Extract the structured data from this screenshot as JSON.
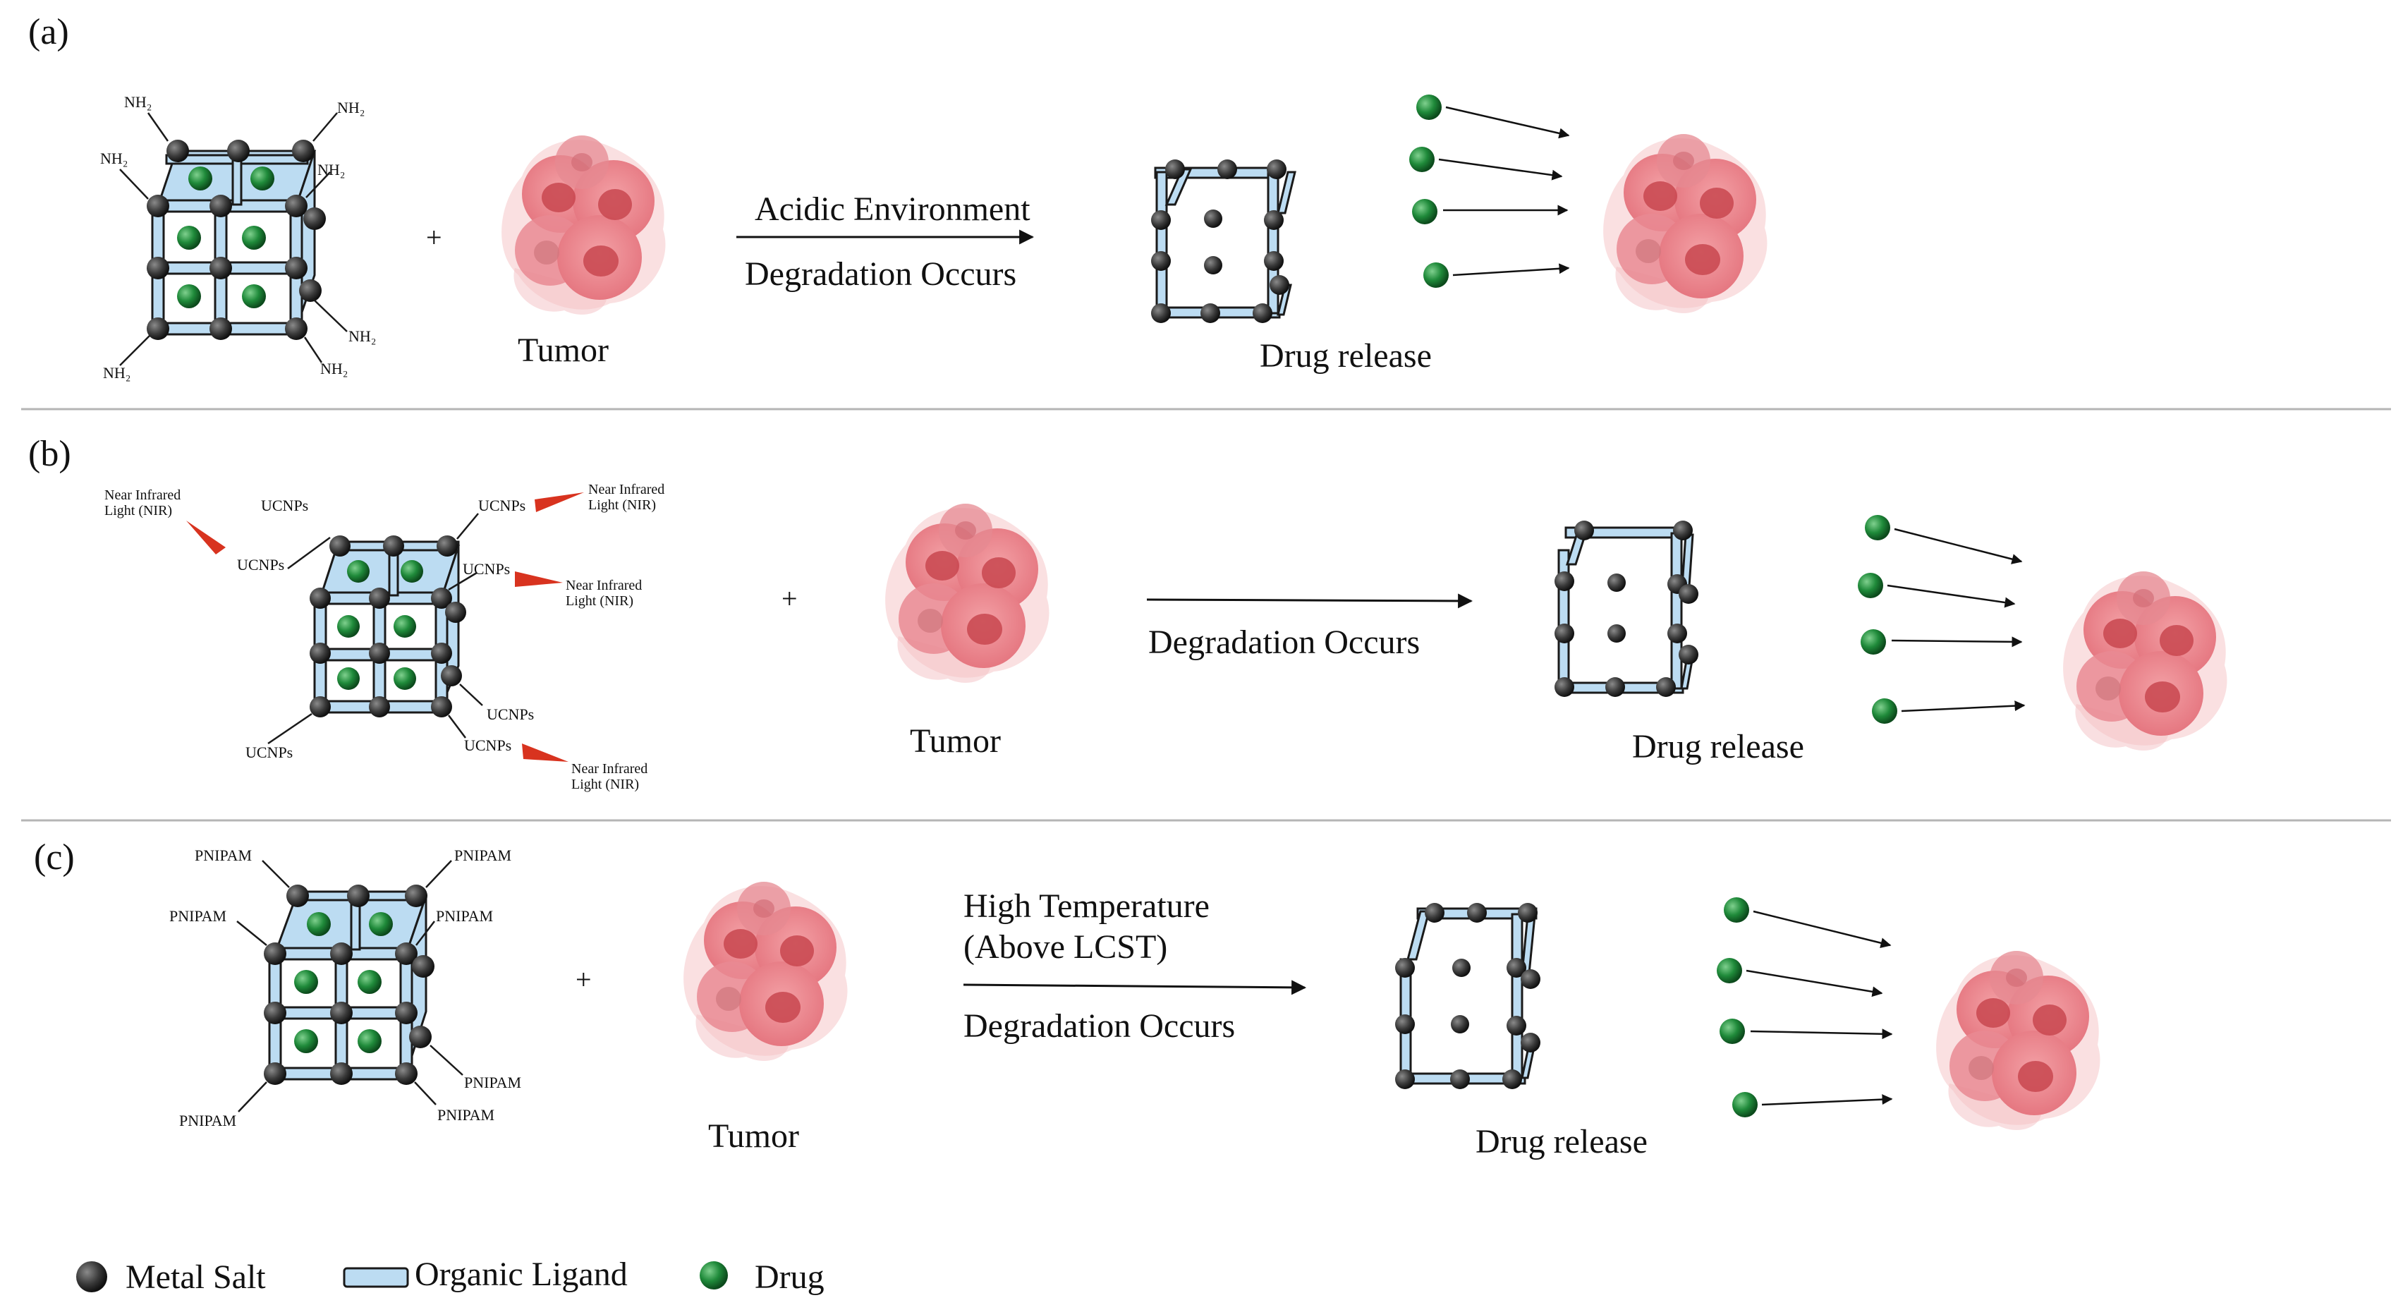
{
  "panels": [
    {
      "label": "(a)",
      "mof_labels": [
        "NH₂",
        "NH₂",
        "NH₂",
        "NH₂",
        "NH₂",
        "NH₂",
        "NH₂"
      ],
      "plus": "+",
      "tumor_label": "Tumor",
      "condition_text": [
        "Acidic Environment"
      ],
      "degradation_text": "Degradation Occurs",
      "release_label": "Drug release"
    },
    {
      "label": "(b)",
      "mof_labels": [
        "UCNPs",
        "UCNPs",
        "UCNPs",
        "UCNPs",
        "UCNPs",
        "UCNPs"
      ],
      "nir_label_line1": "Near Infrared",
      "nir_label_line2": "Light (NIR)",
      "plus": "+",
      "tumor_label": "Tumor",
      "condition_text": [],
      "degradation_text": "Degradation Occurs",
      "release_label": "Drug release"
    },
    {
      "label": "(c)",
      "mof_labels": [
        "PNIPAM",
        "PNIPAM",
        "PNIPAM",
        "PNIPAM",
        "PNIPAM",
        "PNIPAM"
      ],
      "plus": "+",
      "tumor_label": "Tumor",
      "condition_text": [
        "High Temperature",
        "(Above LCST)"
      ],
      "degradation_text": "Degradation Occurs",
      "release_label": "Drug release"
    }
  ],
  "legend": {
    "metal_salt": "Metal Salt",
    "organic_ligand": "Organic Ligand",
    "drug": "Drug"
  },
  "colors": {
    "metal_node": "#3a3a3a",
    "ligand_fill": "#bcdcf2",
    "ligand_stroke": "#1a1a1a",
    "drug": "#1f8a3a",
    "tumor": "#e8838b",
    "nir_arrow": "#d8331f",
    "divider": "#b5b5b5"
  }
}
